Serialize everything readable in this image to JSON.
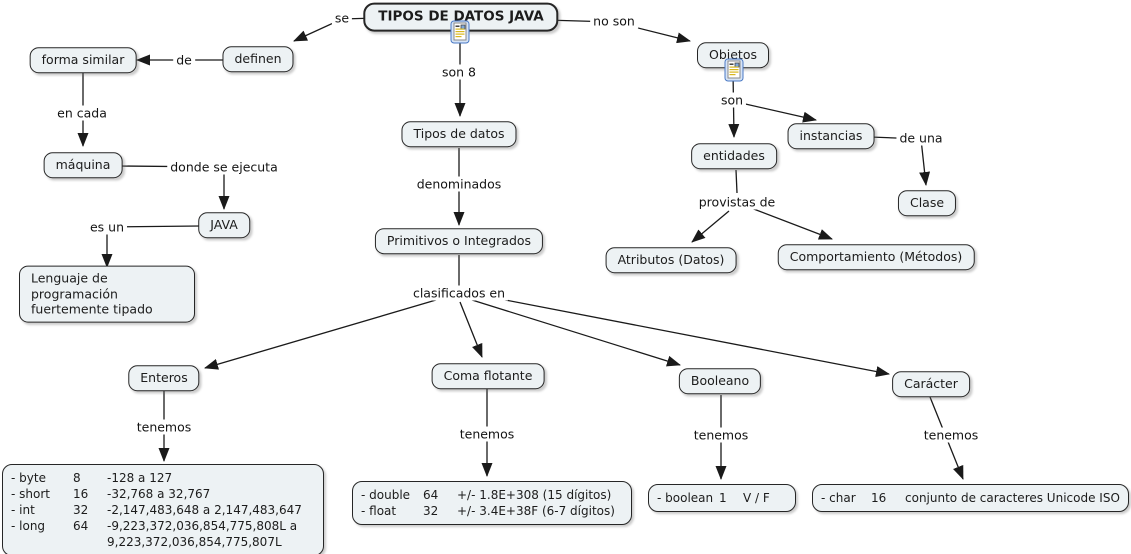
{
  "colors": {
    "node_fill": "#EDF2F4",
    "node_border": "#262626",
    "line": "#1A1A1A",
    "icon_border_blue": "#4A79C4",
    "icon_fill_blue": "#D6E4F7"
  },
  "nodes": {
    "title": "TIPOS DE DATOS JAVA",
    "forma_similar": "forma similar",
    "definen": "definen",
    "maquina": "máquina",
    "java": "JAVA",
    "lenguaje": "Lenguaje de programación fuertemente tipado",
    "tipos_de_datos": "Tipos de datos",
    "primitivos": "Primitivos o Integrados",
    "objetos": "Objetos",
    "entidades": "entidades",
    "instancias": "instancias",
    "clase": "Clase",
    "atributos": "Atributos (Datos)",
    "comportamiento": "Comportamiento (Métodos)",
    "enteros": "Enteros",
    "coma_flotante": "Coma flotante",
    "booleano": "Booleano",
    "caracter": "Carácter"
  },
  "links": {
    "se": "se",
    "no_son": "no son",
    "son_8": "son 8",
    "de": "de",
    "en_cada": "en cada",
    "donde_se_ejecuta": "donde se ejecuta",
    "es_un": "es un",
    "denominados": "denominados",
    "clasificados_en": "clasificados en",
    "son": "son",
    "de_una": "de una",
    "provistas_de": "provistas de",
    "tenemos": "tenemos"
  },
  "details": {
    "enteros": {
      "rows": [
        {
          "c1": "- byte",
          "c2": "8",
          "c3": "-128 a 127"
        },
        {
          "c1": "- short",
          "c2": "16",
          "c3": "-32,768 a 32,767"
        },
        {
          "c1": "- int",
          "c2": "32",
          "c3": "-2,147,483,648 a 2,147,483,647"
        },
        {
          "c1": "- long",
          "c2": "64",
          "c3": "-9,223,372,036,854,775,808L a 9,223,372,036,854,775,807L"
        }
      ]
    },
    "coma_flotante": {
      "rows": [
        {
          "c1": "- double",
          "c2": "64",
          "c3": "+/- 1.8E+308 (15 dígitos)"
        },
        {
          "c1": "- float",
          "c2": "32",
          "c3": "+/- 3.4E+38F (6-7 dígitos)"
        }
      ]
    },
    "booleano": {
      "rows": [
        {
          "c1": "- boolean",
          "c2": "1",
          "c3": "V / F"
        }
      ]
    },
    "caracter": {
      "rows": [
        {
          "c1": "- char",
          "c2": "16",
          "c3": "conjunto de caracteres Unicode ISO"
        }
      ]
    }
  },
  "icons": {
    "resource": "document-with-image-icon"
  }
}
